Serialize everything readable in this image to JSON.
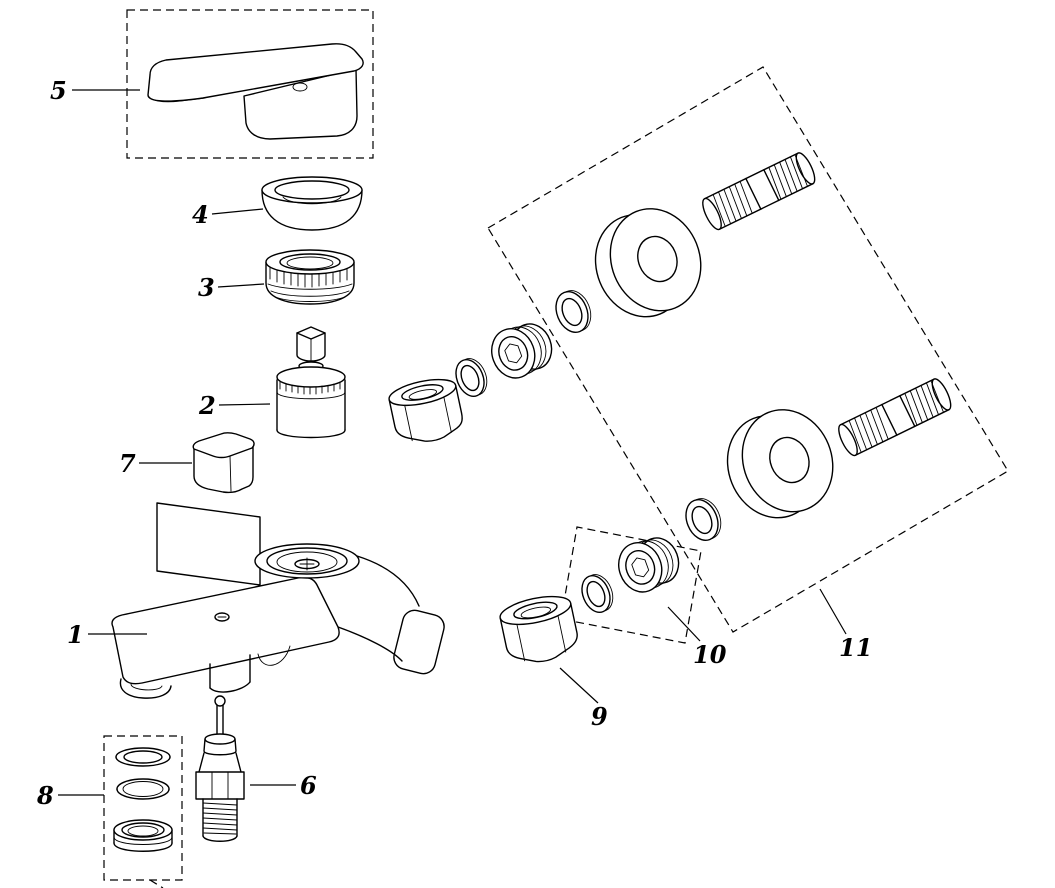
{
  "diagram": {
    "kind": "exploded-parts-diagram",
    "background": "#ffffff",
    "line_color": "#000000",
    "labels": [
      "1",
      "2",
      "3",
      "4",
      "5",
      "6",
      "7",
      "8",
      "9",
      "10",
      "11"
    ]
  }
}
